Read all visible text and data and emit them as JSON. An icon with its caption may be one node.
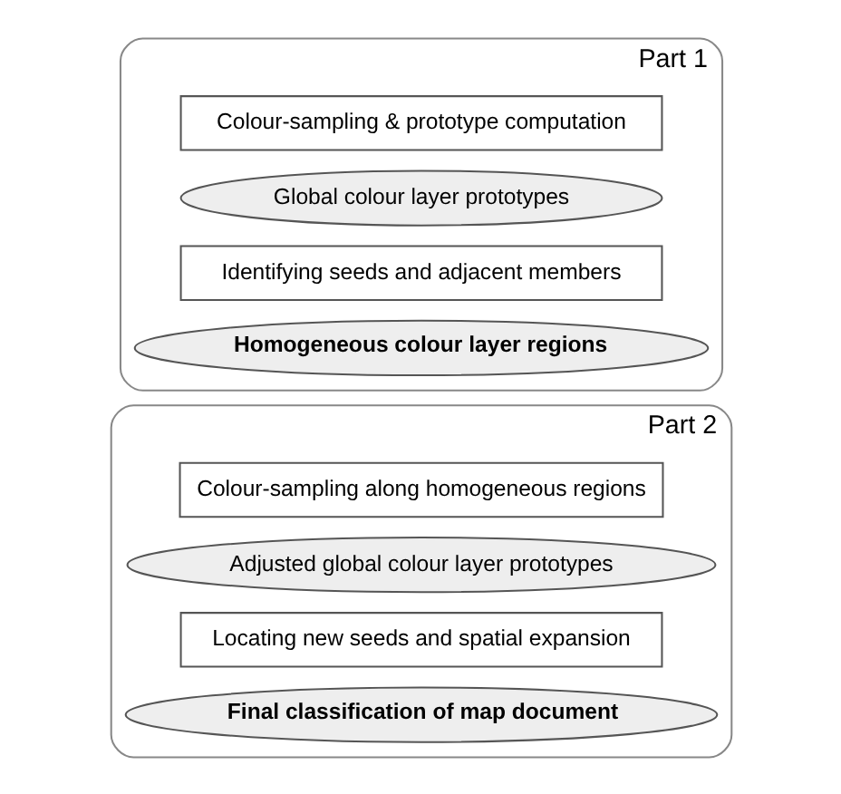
{
  "diagram": {
    "nodes": [
      {
        "text": [
          "Part 1"
        ]
      },
      {
        "text": [
          "Colour-sampling & prototype computation"
        ],
        "in": 0
      },
      {
        "text": [
          "Global colour layer prototypes"
        ],
        "in": 0
      },
      {
        "text": [
          "Identifying seeds and adjacent members"
        ],
        "in": 0
      },
      {
        "text": [
          "Homogeneous colour layer regions"
        ],
        "in": 0
      },
      {
        "text": [
          "Part 2"
        ]
      },
      {
        "text": [
          "Colour-sampling along homogeneous regions"
        ],
        "in": 5
      },
      {
        "text": [
          "Adjusted global colour layer prototypes"
        ],
        "in": 5
      },
      {
        "text": [
          "Locating new seeds and spatial expansion"
        ],
        "in": 5
      },
      {
        "text": [
          "Final classification of map document"
        ],
        "in": 5
      }
    ]
  }
}
